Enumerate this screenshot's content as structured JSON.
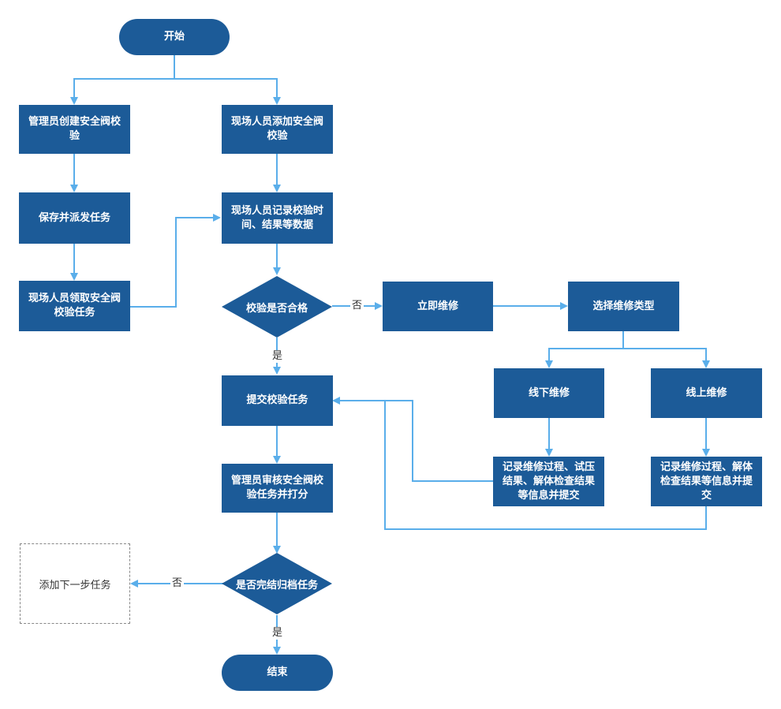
{
  "colors": {
    "node_fill": "#1c5b98",
    "arrow": "#5aaeea",
    "dashed_border": "#888888"
  },
  "nodes": {
    "start": "开始",
    "admin_create": "管理员创建安全阀校验",
    "field_add": "现场人员添加安全阀校验",
    "save_dispatch": "保存并派发任务",
    "field_record": "现场人员记录校验时间、结果等数据",
    "field_claim": "现场人员领取安全阀校验任务",
    "check_pass": "校验是否合格",
    "repair_now": "立即维修",
    "choose_type": "选择维修类型",
    "offline_repair": "线下维修",
    "online_repair": "线上维修",
    "submit_task": "提交校验任务",
    "offline_record": "记录维修过程、试压结果、解体检查结果等信息并提交",
    "online_record": "记录维修过程、解体检查结果等信息并提交",
    "admin_review": "管理员审核安全阀校验任务并打分",
    "check_complete": "是否完结归档任务",
    "add_next": "添加下一步任务",
    "end": "结束"
  },
  "edge_labels": {
    "pass_no": "否",
    "pass_yes": "是",
    "complete_no": "否",
    "complete_yes": "是"
  }
}
